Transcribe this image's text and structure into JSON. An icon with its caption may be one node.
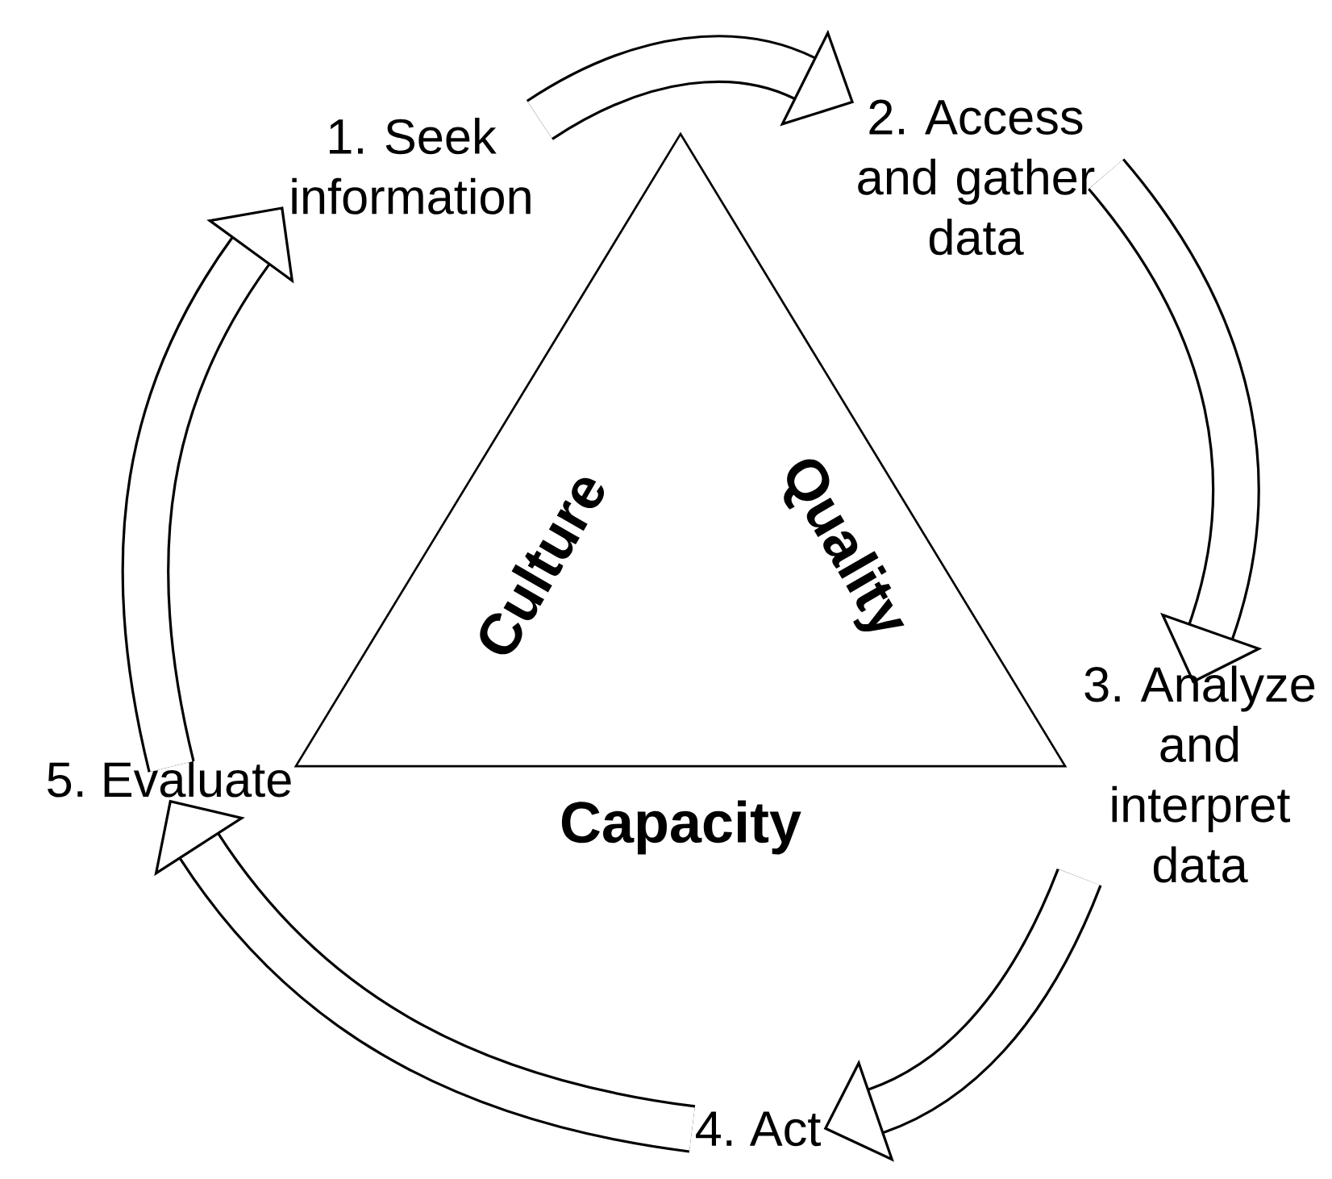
{
  "diagram": {
    "nodes": [
      {
        "text": [
          "1. Seek information"
        ]
      },
      {
        "text": [
          "2. Access and gather data"
        ]
      },
      {
        "text": [
          "3. Analyze and interpret data"
        ]
      },
      {
        "text": [
          "4. Act"
        ]
      },
      {
        "text": [
          "5. Evaluate"
        ]
      },
      {
        "text": [
          "Culture",
          "Quality",
          "Capacity"
        ]
      }
    ],
    "edges": [
      {
        "from": 0,
        "to": 1,
        "arrow": "to"
      },
      {
        "from": 1,
        "to": 2,
        "arrow": "to"
      },
      {
        "from": 2,
        "to": 3,
        "arrow": "to"
      },
      {
        "from": 3,
        "to": 4,
        "arrow": "to"
      },
      {
        "from": 4,
        "to": 0,
        "arrow": "to"
      }
    ]
  }
}
